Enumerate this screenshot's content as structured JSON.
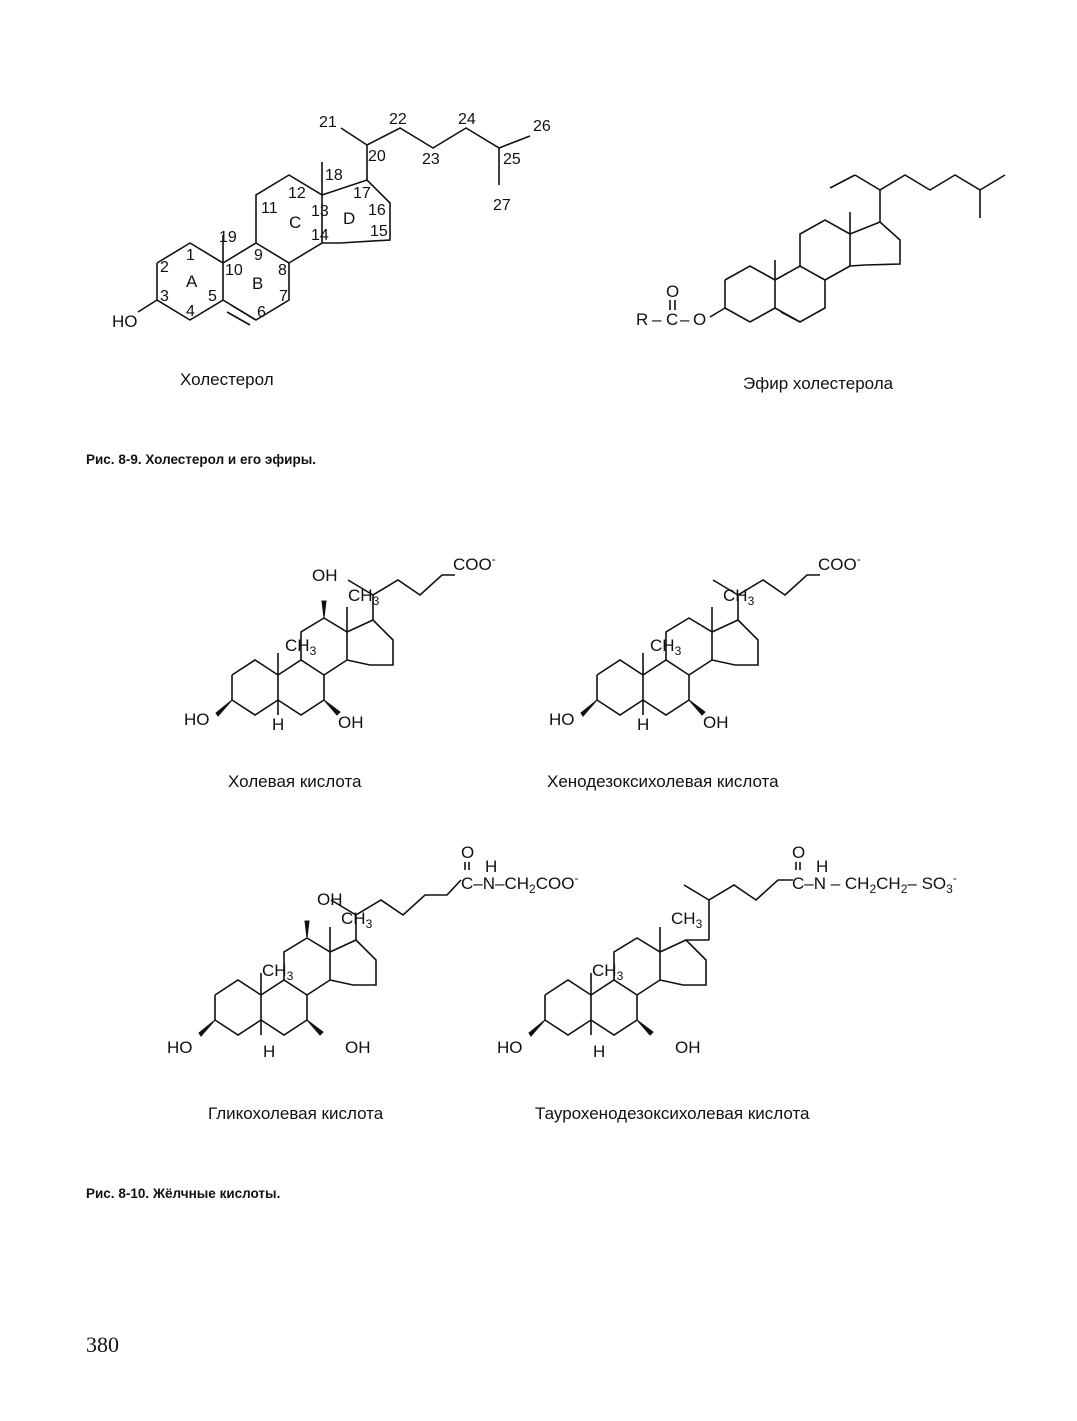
{
  "figures": {
    "fig_8_9": {
      "caption": "Рис. 8-9. Холестерол и его эфиры.",
      "cholesterol": {
        "name": "Холестерол",
        "ho_label": "HO",
        "ring_labels": [
          "A",
          "B",
          "C",
          "D"
        ],
        "atom_numbers": [
          "1",
          "2",
          "3",
          "4",
          "5",
          "6",
          "7",
          "8",
          "9",
          "10",
          "11",
          "12",
          "13",
          "14",
          "15",
          "16",
          "17",
          "18",
          "19",
          "20",
          "21",
          "22",
          "23",
          "24",
          "25",
          "26",
          "27"
        ]
      },
      "ester": {
        "name": "Эфир холестерола",
        "r_label": "R",
        "o_label": "O",
        "c_label": "C",
        "dash": "–"
      }
    },
    "fig_8_10": {
      "caption": "Рис. 8-10. Жёлчные кислоты.",
      "cholic": {
        "name": "Холевая кислота",
        "coo": "COO",
        "minus": "-",
        "oh": "OH",
        "ho": "HO",
        "h": "H",
        "ch3": "CH",
        "sub3": "3"
      },
      "chenodeoxycholic": {
        "name": "Хенодезоксихолевая кислота",
        "coo": "COO",
        "minus": "-",
        "oh": "OH",
        "ho": "HO",
        "h": "H",
        "ch3": "CH",
        "sub3": "3"
      },
      "glycocholic": {
        "name": "Гликохолевая кислота",
        "o": "O",
        "h_n": "H",
        "c_n": "C–N–CH",
        "sub2": "2",
        "coo": "COO",
        "minus": "-",
        "oh": "OH",
        "ho": "HO",
        "h": "H",
        "ch3": "CH",
        "sub3": "3"
      },
      "taurochenodeoxycholic": {
        "name": "Таурохенодезоксихолевая кислота",
        "o": "O",
        "h_n": "H",
        "c_n": "C–N – CH",
        "sub2": "2",
        "ch2b": "CH",
        "so3": "– SO",
        "sub3": "3",
        "minus": "-",
        "oh": "OH",
        "ho": "HO",
        "h": "H",
        "ch3": "CH"
      }
    }
  },
  "page_number": "380"
}
